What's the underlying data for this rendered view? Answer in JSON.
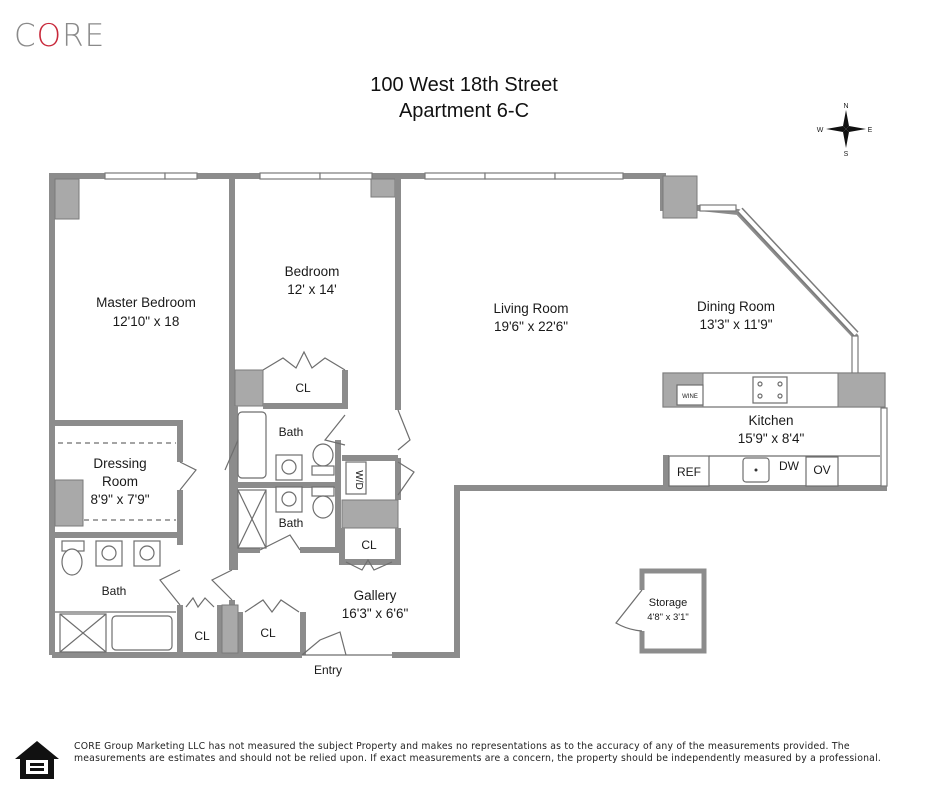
{
  "brand": {
    "logo_prefix": "C",
    "logo_accent": "O",
    "logo_suffix": "RE",
    "accent_color": "#c8283a",
    "logo_color": "#8a8a8a"
  },
  "header": {
    "address": "100 West 18th Street",
    "unit": "Apartment 6-C"
  },
  "compass": {
    "n": "N",
    "s": "S",
    "e": "E",
    "w": "W"
  },
  "rooms": {
    "master_bedroom": {
      "name": "Master Bedroom",
      "size": "12'10\" x 18"
    },
    "bedroom": {
      "name": "Bedroom",
      "size": "12' x 14'"
    },
    "living_room": {
      "name": "Living Room",
      "size": "19'6\" x 22'6\""
    },
    "dining_room": {
      "name": "Dining Room",
      "size": "13'3\" x 11'9\""
    },
    "kitchen": {
      "name": "Kitchen",
      "size": "15'9\" x 8'4\""
    },
    "dressing_room": {
      "name_line1": "Dressing",
      "name_line2": "Room",
      "size": "8'9\" x 7'9\""
    },
    "gallery": {
      "name": "Gallery",
      "size": "16'3\" x 6'6\""
    },
    "storage": {
      "name": "Storage",
      "size": "4'8\" x 3'1\""
    },
    "master_bath": {
      "name": "Bath"
    },
    "bath_upper": {
      "name": "Bath"
    },
    "bath_lower": {
      "name": "Bath"
    },
    "closet_bedroom": {
      "name": "CL"
    },
    "closet_gallery": {
      "name": "CL"
    },
    "closet_master": {
      "name": "CL"
    },
    "closet_entry": {
      "name": "CL"
    },
    "washer_dryer": {
      "name": "W/D"
    },
    "entry": {
      "name": "Entry"
    }
  },
  "appliances": {
    "wine": "WINE",
    "ref": "REF",
    "dw": "DW",
    "ov": "OV"
  },
  "colors": {
    "wall": "#8c8c8c",
    "wall_fill": "#a9a9a9",
    "line": "#6e6e6e"
  },
  "footer": {
    "disclaimer": "CORE Group Marketing LLC has not measured the subject Property and makes no representations as to the accuracy of any of the measurements provided. The measurements are estimates and should not be relied upon. If exact measurements are a concern, the property should be independently measured by a professional.",
    "equal_housing_icon": "equal-housing-opportunity-icon"
  }
}
